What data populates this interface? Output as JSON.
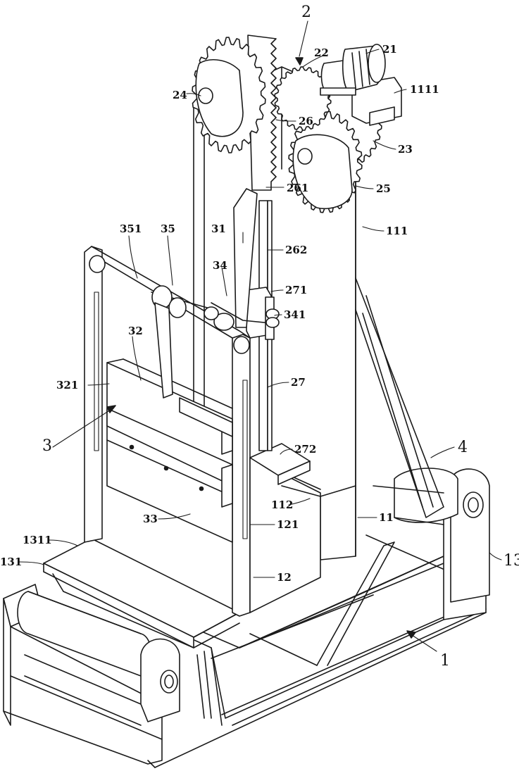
{
  "labels": {
    "l1": "1",
    "l2": "2",
    "l3": "3",
    "l4": "4",
    "l11": "11",
    "l12": "12",
    "l13": "13",
    "l21": "21",
    "l22": "22",
    "l23": "23",
    "l24": "24",
    "l25": "25",
    "l26": "26",
    "l27": "27",
    "l31": "31",
    "l32": "32",
    "l33": "33",
    "l34": "34",
    "l35": "35",
    "l111": "111",
    "l112": "112",
    "l121": "121",
    "l131": "131",
    "l261": "261",
    "l262": "262",
    "l271": "271",
    "l272": "272",
    "l321": "321",
    "l341": "341",
    "l351": "351",
    "l1111": "1111",
    "l1311": "1311"
  }
}
